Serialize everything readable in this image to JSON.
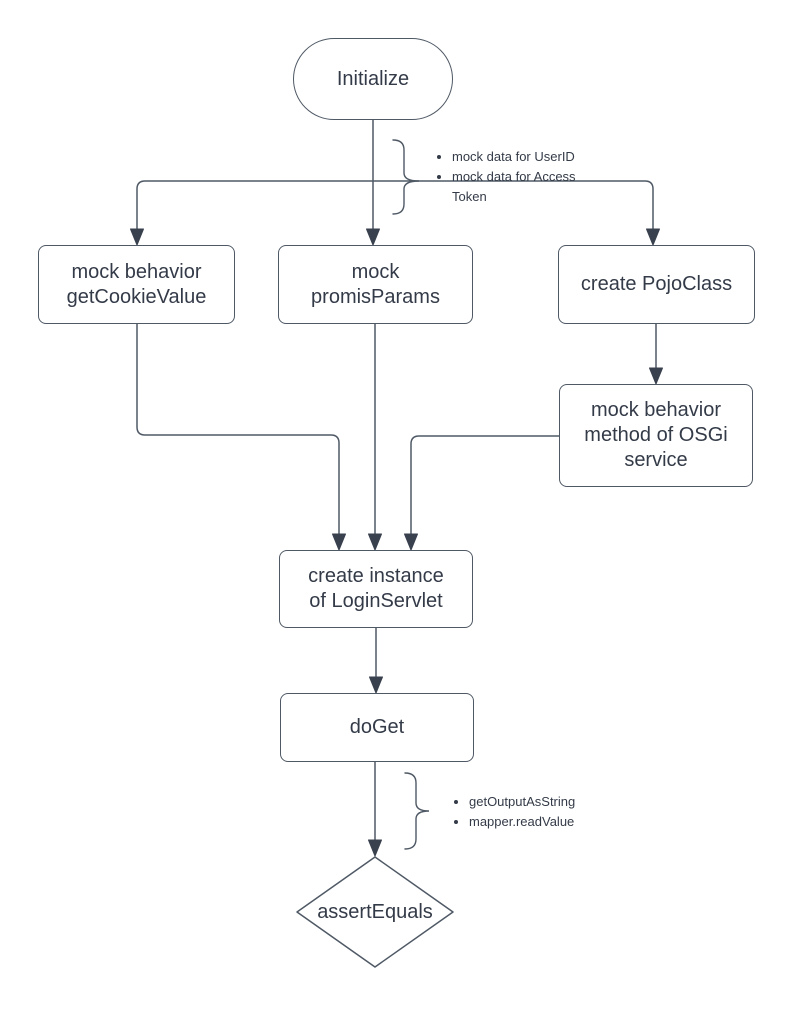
{
  "diagram": {
    "type": "flowchart",
    "nodes": {
      "initialize": {
        "label": [
          "Initialize"
        ],
        "shape": "terminator"
      },
      "mock_behavior_getcookievalue": {
        "label": [
          "mock behavior",
          "getCookieValue"
        ],
        "shape": "process"
      },
      "mock_promisparams": {
        "label": [
          "mock",
          "promisParams"
        ],
        "shape": "process"
      },
      "create_pojoclass": {
        "label": [
          "create PojoClass"
        ],
        "shape": "process"
      },
      "mock_behavior_osgi_service": {
        "label": [
          "mock behavior",
          "method of OSGi",
          "service"
        ],
        "shape": "process"
      },
      "create_instance_loginservlet": {
        "label": [
          "create instance",
          "of LoginServlet"
        ],
        "shape": "process"
      },
      "doget": {
        "label": [
          "doGet"
        ],
        "shape": "process"
      },
      "assertequals": {
        "label": [
          "assertEquals"
        ],
        "shape": "decision"
      }
    },
    "annotations": {
      "after_initialize": {
        "items": [
          "mock data for UserID",
          "mock data for Access Token"
        ]
      },
      "after_doget": {
        "items": [
          "getOutputAsString",
          "mapper.readValue"
        ]
      }
    },
    "colors": {
      "stroke": "#4f5965",
      "arrow": "#39414e",
      "text": "#343b48",
      "node_fill": "#ffffff",
      "background": "#ffffff"
    }
  }
}
